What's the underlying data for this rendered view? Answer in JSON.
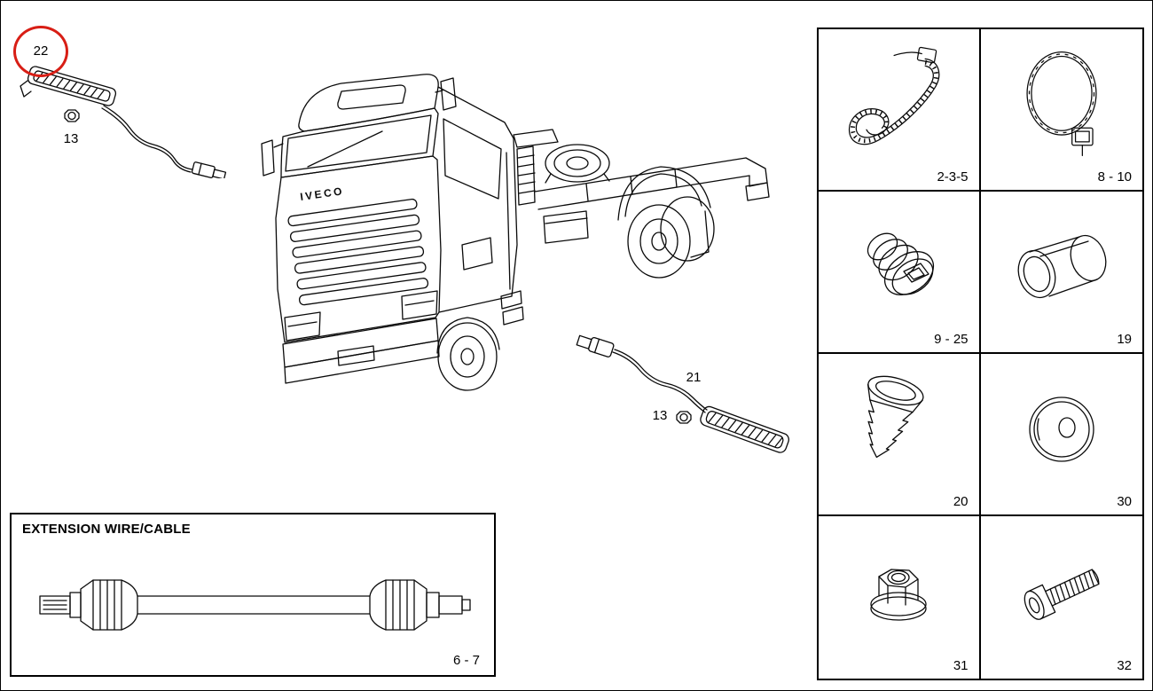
{
  "diagram": {
    "truck_badge": "IVECO",
    "callouts": {
      "left_lamp": "22",
      "left_nut": "13",
      "right_wire": "21",
      "right_nut": "13"
    }
  },
  "extension_panel": {
    "title": "EXTENSION WIRE/CABLE",
    "ref_label": "6 - 7"
  },
  "parts_grid": {
    "cells": [
      {
        "label": "2-3-5",
        "icon": "cable-tie-icon"
      },
      {
        "label": "8 - 10",
        "icon": "hose-clamp-icon"
      },
      {
        "label": "9 - 25",
        "icon": "expansion-plug-icon"
      },
      {
        "label": "19",
        "icon": "rubber-boot-icon"
      },
      {
        "label": "20",
        "icon": "ribbed-plug-icon"
      },
      {
        "label": "30",
        "icon": "grommet-icon"
      },
      {
        "label": "31",
        "icon": "flange-nut-icon"
      },
      {
        "label": "32",
        "icon": "socket-screw-icon"
      }
    ]
  },
  "colors": {
    "line": "#0a0a0a",
    "highlight": "#d81e15",
    "background": "#ffffff"
  }
}
